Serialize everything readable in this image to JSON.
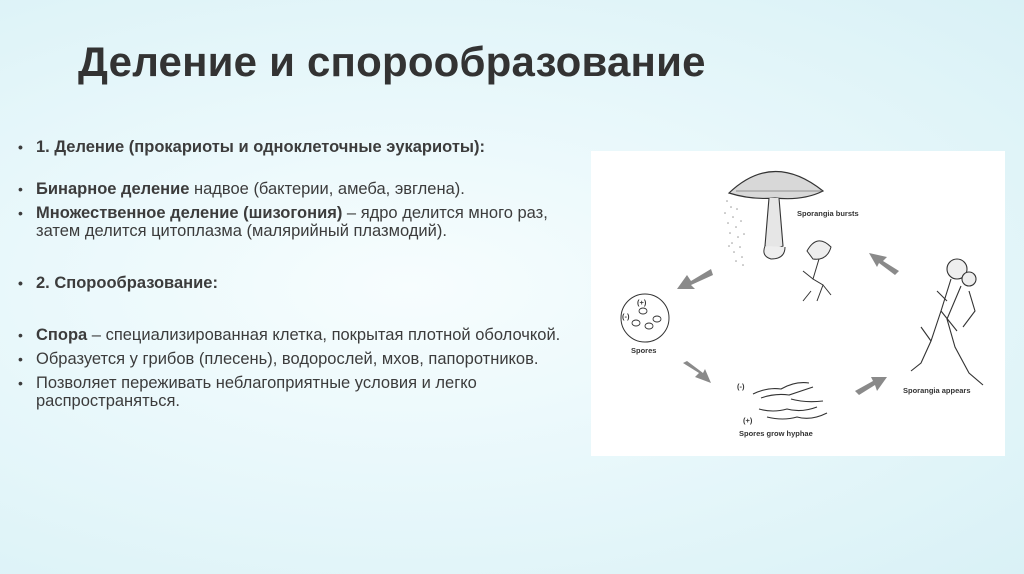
{
  "title": "Деление и спорообразование",
  "bullets": {
    "b1": "1. Деление (прокариоты и одноклеточные эукариоты):",
    "b2_bold": "Бинарное деление",
    "b2_text": " надвое (бактерии, амеба, эвглена).",
    "b3_bold": "Множественное деление (шизогония)",
    "b3_text": " – ядро делится много раз, затем делится цитоплазма (малярийный плазмодий).",
    "b4": "2. Спорообразование:",
    "b5_bold": "Спора",
    "b5_text": " – специализированная клетка, покрытая плотной оболочкой.",
    "b6": "Образуется у грибов (плесень), водорослей, мхов, папоротников.",
    "b7": "Позволяет переживать неблагоприятные условия и легко распространяться."
  },
  "figure": {
    "sporangia_bursts": "Sporangia bursts",
    "spores": "Spores",
    "plus": "(+)",
    "minus": "(-)",
    "spores_grow_hyphae": "Spores grow hyphae",
    "sporangia_appears": "Sporangia appears"
  }
}
